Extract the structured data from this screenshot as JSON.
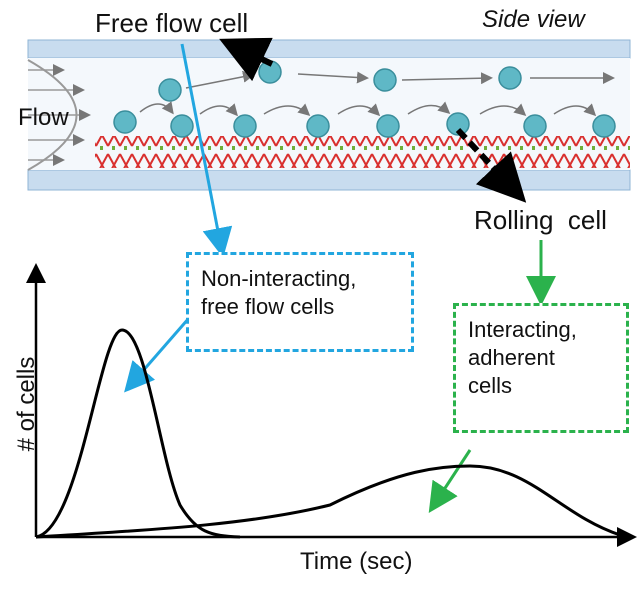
{
  "top": {
    "free_flow_label": "Free flow cell",
    "side_view_label": "Side view",
    "flow_label": "Flow",
    "rolling_label": "Rolling  cell"
  },
  "boxes": {
    "non_interacting": {
      "line1": "Non-interacting,",
      "line2": "free flow cells"
    },
    "interacting": {
      "line1": "Interacting,",
      "line2": "adherent",
      "line3": "cells"
    }
  },
  "graph": {
    "ylabel": "# of cells",
    "xlabel": "Time (sec)"
  },
  "colors": {
    "channel": "#c8dcef",
    "channel_line": "#8fb4d6",
    "cell": "#5fb8c6",
    "blue_arrow": "#22a6e0",
    "green_arrow": "#2bb24c",
    "curve": "#000000",
    "selectin_red": "#d9302f",
    "selectin_green": "#6fae3a"
  }
}
